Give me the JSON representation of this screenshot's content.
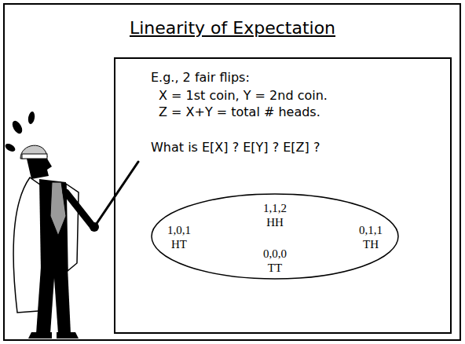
{
  "diagram": {
    "title": "Linearity of Expectation",
    "nodes": [
      {
        "text": [
          "E.g., 2 fair flips:",
          "X = 1st coin, Y = 2nd coin.",
          "Z = X+Y = total # heads.",
          "What is E[X] ? E[Y] ? E[Z] ?"
        ]
      },
      {
        "text": [
          "1,1,2 HH",
          "1,0,1 HT",
          "0,1,1 TH",
          "0,0,0 TT"
        ],
        "in": 0
      }
    ]
  }
}
